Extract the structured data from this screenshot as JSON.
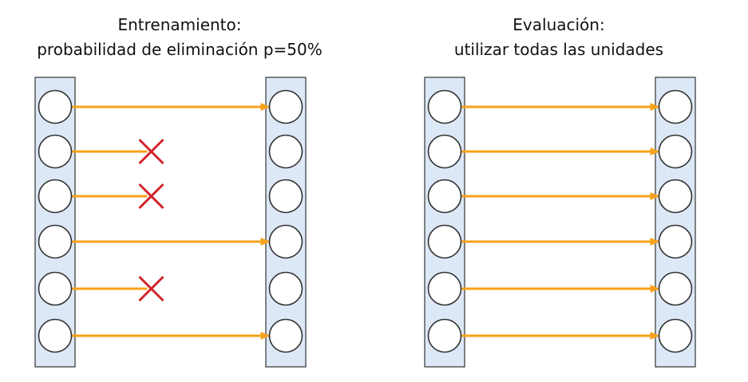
{
  "panels": [
    {
      "id": "training",
      "title_line1": "Entrenamiento:",
      "title_line2": "probabilidad de eliminación p=50%",
      "connections": [
        true,
        false,
        false,
        true,
        false,
        true
      ]
    },
    {
      "id": "evaluation",
      "title_line1": "Evaluación:",
      "title_line2": "utilizar todas las unidades",
      "connections": [
        true,
        true,
        true,
        true,
        true,
        true
      ]
    }
  ],
  "colors": {
    "layer_fill": "#dde8f7",
    "layer_stroke": "#333333",
    "node_fill": "#ffffff",
    "node_stroke": "#333333",
    "arrow": "#f7a21b",
    "drop_mark": "#d1232a"
  },
  "icons": {
    "dropped": "cross-icon"
  }
}
